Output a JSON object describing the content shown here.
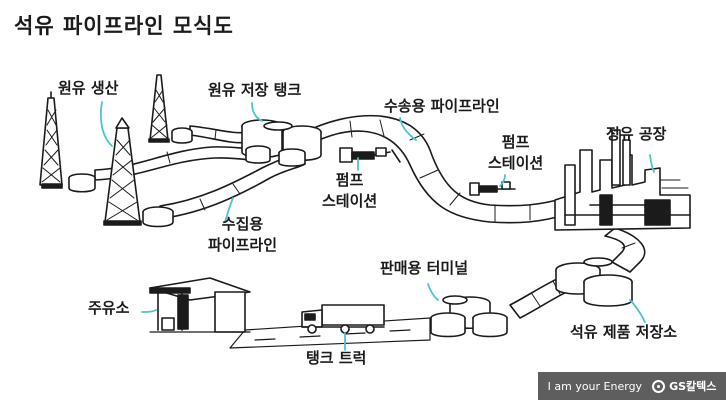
{
  "title": "석유 파이프라인 모식도",
  "labels": {
    "crude_production": "원유 생산",
    "crude_storage": "원유 저장 탱크",
    "transport_pipeline": "수송용 파이프라인",
    "pump_station_right_1": "펌프",
    "pump_station_right_2": "스테이션",
    "pump_station_left_1": "펌프",
    "pump_station_left_2": "스테이션",
    "gathering_pipeline_1": "수집용",
    "gathering_pipeline_2": "파이프라인",
    "refinery": "정유 공장",
    "sales_terminal": "판매용 터미널",
    "gas_station": "주유소",
    "product_storage": "석유 제품 저장소",
    "tank_truck": "탱크 트럭"
  },
  "footer": {
    "slogan": "I am your Energy",
    "brand": "GS칼텍스"
  },
  "colors": {
    "ink": "#1b1b1b",
    "leader": "#4fc1cf",
    "footer_bg": "#5e5e5e"
  }
}
